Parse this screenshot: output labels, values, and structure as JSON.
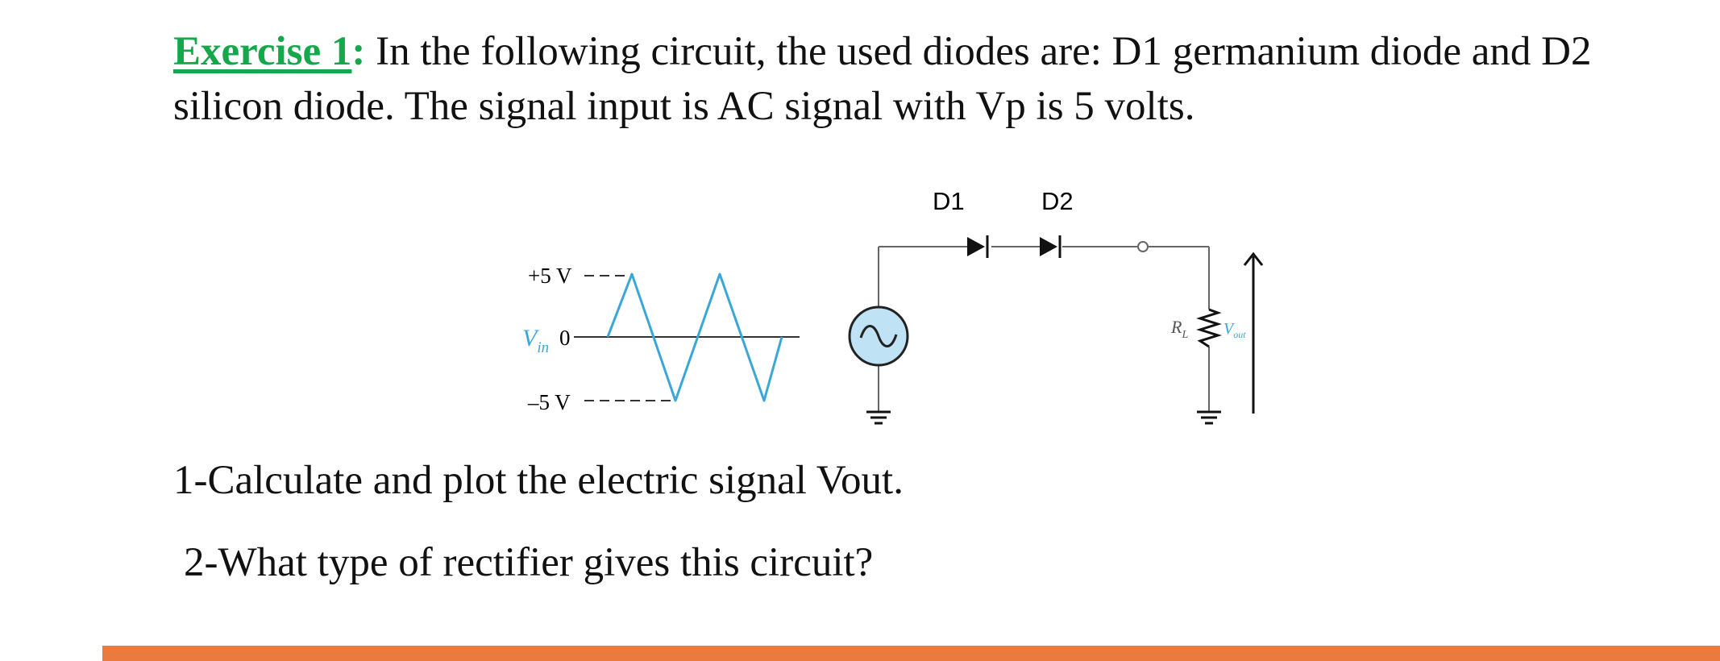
{
  "intro": {
    "label": "Exercise 1",
    "colon": ":",
    "text": " In the following circuit, the used diodes are: D1 germanium diode and D2 silicon diode. The signal input is AC signal with Vp is 5 volts."
  },
  "waveform": {
    "plus_label": "+5 V",
    "minus_label": "–5 V",
    "zero_label": "0",
    "vin_main": "V",
    "vin_sub": "in",
    "amplitude_v": 5
  },
  "circuit": {
    "d1_label": "D1",
    "d2_label": "D2",
    "rl_main": "R",
    "rl_sub": "L",
    "vout_main": "V",
    "vout_sub": "out"
  },
  "questions": {
    "q1": "1-Calculate and plot the electric signal Vout.",
    "q2": "2-What type of rectifier gives this circuit?"
  },
  "colors": {
    "accent_green": "#14a84a",
    "wave_blue": "#3aa7d8",
    "source_fill": "#bfe3f4",
    "footer_orange": "#ea7a3d"
  },
  "icons": {
    "source": "ac-source-icon",
    "diode": "diode-icon",
    "resistor": "resistor-icon",
    "ground": "ground-icon"
  }
}
